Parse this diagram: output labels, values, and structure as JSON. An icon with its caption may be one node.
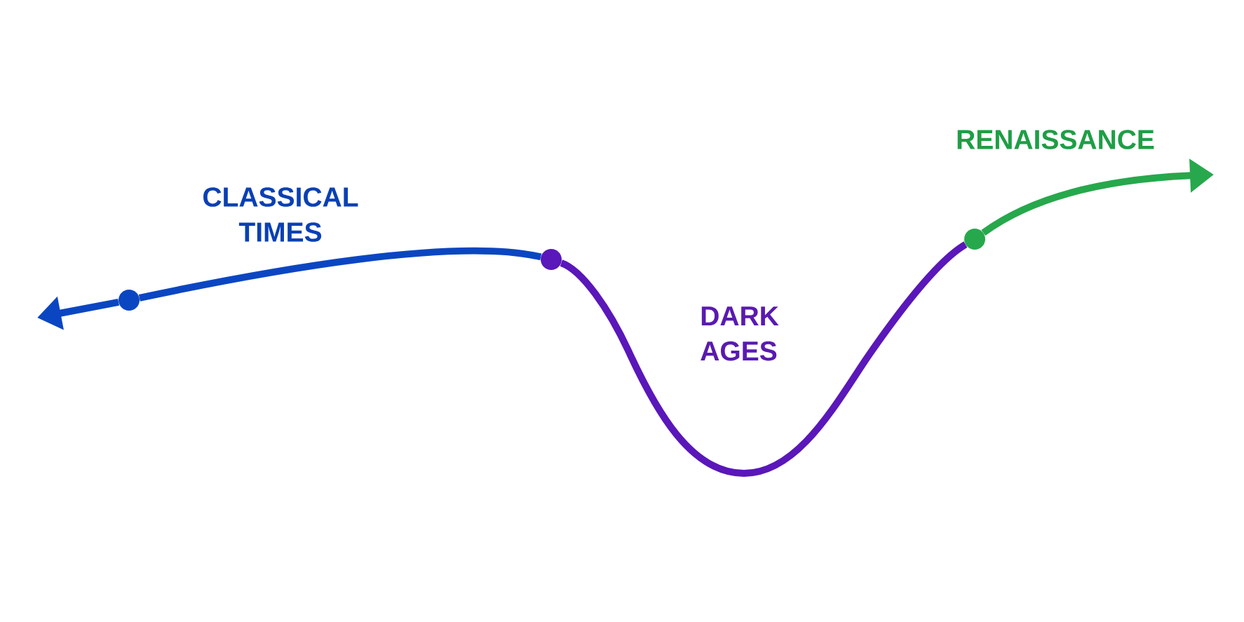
{
  "diagram": {
    "nodes": [
      {
        "text": [],
        "shape": "circle"
      },
      {
        "text": [],
        "shape": "circle"
      },
      {
        "text": [],
        "shape": "circle"
      }
    ],
    "edges": [
      {
        "from": 0,
        "to": null,
        "arrow": "to",
        "color": "#0b46c2"
      },
      {
        "from": 0,
        "to": 1,
        "arrow": "none",
        "color": "#0b46c2"
      },
      {
        "from": 1,
        "to": 2,
        "arrow": "none",
        "color": "#5a17b9"
      },
      {
        "from": 2,
        "to": null,
        "arrow": "to",
        "color": "#27a84c"
      }
    ],
    "labels": [
      "CLASSICAL TIMES",
      "DARK AGES",
      "RENAISSANCE"
    ]
  }
}
